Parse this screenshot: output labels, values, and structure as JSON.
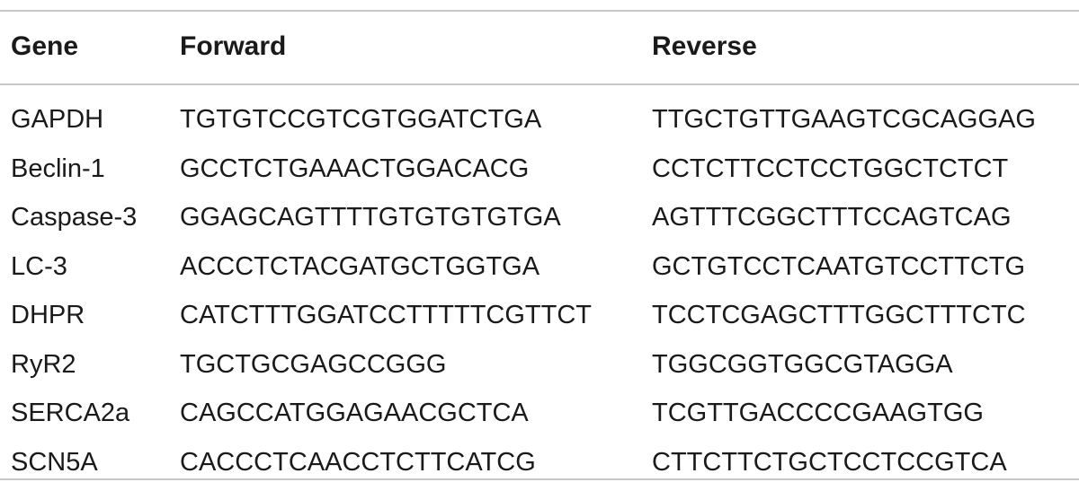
{
  "table": {
    "headers": {
      "gene": "Gene",
      "forward": "Forward",
      "reverse": "Reverse"
    },
    "rows": [
      {
        "gene": "GAPDH",
        "forward": "TGTGTCCGTCGTGGATCTGA",
        "reverse": "TTGCTGTTGAAGTCGCAGGAG"
      },
      {
        "gene": "Beclin-1",
        "forward": "GCCTCTGAAACTGGACACG",
        "reverse": "CCTCTTCCTCCTGGCTCTCT"
      },
      {
        "gene": "Caspase-3",
        "forward": "GGAGCAGTTTTGTGTGTGTGA",
        "reverse": "AGTTTCGGCTTTCCAGTCAG"
      },
      {
        "gene": "LC-3",
        "forward": "ACCCTCTACGATGCTGGTGA",
        "reverse": "GCTGTCCTCAATGTCCTTCTG"
      },
      {
        "gene": "DHPR",
        "forward": "CATCTTTGGATCCTTTTTCGTTCT",
        "reverse": "TCCTCGAGCTTTGGCTTTCTC"
      },
      {
        "gene": "RyR2",
        "forward": "TGCTGCGAGCCGGG",
        "reverse": "TGGCGGTGGCGTAGGA"
      },
      {
        "gene": "SERCA2a",
        "forward": "CAGCCATGGAGAACGCTCA",
        "reverse": "TCGTTGACCCCGAAGTGG"
      },
      {
        "gene": "SCN5A",
        "forward": "CACCCTCAACCTCTTCATCG",
        "reverse": "CTTCTTCTGCTCCTCCGTCA"
      }
    ]
  }
}
